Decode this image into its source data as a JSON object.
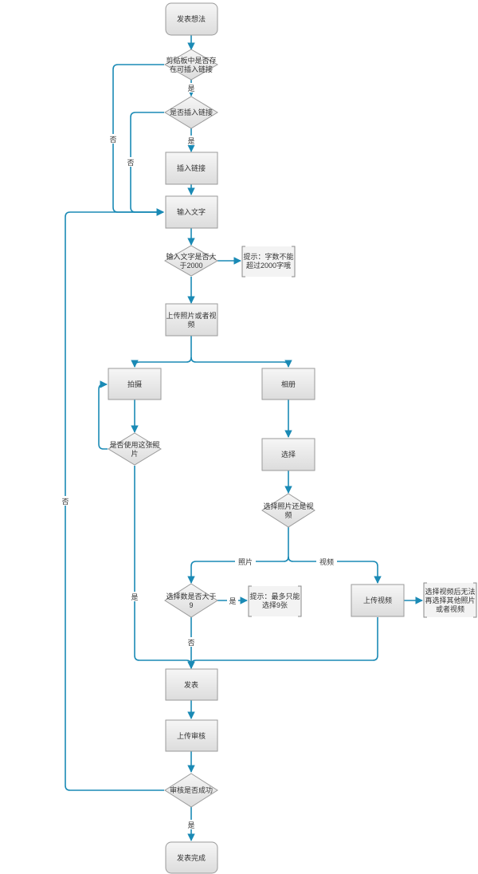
{
  "colors": {
    "edge": "#1a8ab5",
    "node_fill_top": "#f5f5f5",
    "node_fill_bottom": "#dedede",
    "node_stroke": "#9a9a9a"
  },
  "nodes": {
    "start": "发表想法",
    "clipboard_check": [
      "剪贴板中是否存",
      "在可插入链接"
    ],
    "insert_link_check": "是否插入链接",
    "insert_link": "插入链接",
    "input_text": "输入文字",
    "text_length_check": [
      "输入文字是否大",
      "于2000"
    ],
    "text_limit_note": [
      "提示：字数不能",
      "超过2000字哦"
    ],
    "upload_media": [
      "上传照片或者视",
      "频"
    ],
    "take_photo": "拍摄",
    "album": "相册",
    "use_photo_check": [
      "是否使用这张照",
      "片"
    ],
    "select": "选择",
    "photo_or_video_check": [
      "选择照片还是视",
      "频"
    ],
    "select_count_check": [
      "选择数是否大于",
      "9"
    ],
    "select_limit_note": [
      "提示：最多只能",
      "选择9张"
    ],
    "upload_video": "上传视频",
    "video_note": [
      "选择视频后无法",
      "再选择其他照片",
      "或者视频"
    ],
    "publish": "发表",
    "upload_review": "上传审核",
    "review_check": "审核是否成功",
    "publish_done": "发表完成"
  },
  "labels": {
    "clipboard_yes": "是",
    "clipboard_no": "否",
    "insert_yes": "是",
    "insert_no": "否",
    "use_photo_yes": "是",
    "photo_branch": "照片",
    "video_branch": "视频",
    "count_yes": "是",
    "count_no": "否",
    "review_no": "否",
    "review_yes": "是"
  }
}
